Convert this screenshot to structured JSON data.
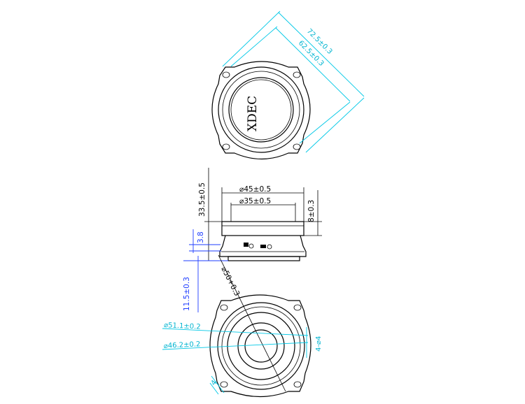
{
  "brand": "XDEC",
  "dimensions": {
    "outer_diag": "72.5±0.3",
    "mount_diag": "62.5±0.3",
    "frame_dia": "⌀45±0.5",
    "magnet_dia": "⌀35±0.5",
    "total_depth": "33.5±0.5",
    "frame_depth": "8±0.3",
    "mount_depth": "3.8",
    "magnet_depth": "11.5±0.3",
    "cone_dia_small": "⌀50+0.3",
    "cone_dia_1": "⌀51.1±0.2",
    "cone_dia_2": "⌀46.2±0.2",
    "holes": "4-⌀4",
    "corner": "4"
  },
  "colors": {
    "dimension": "#00c8e6",
    "dimension_alt": "#1e3cff",
    "outline": "#000000"
  }
}
